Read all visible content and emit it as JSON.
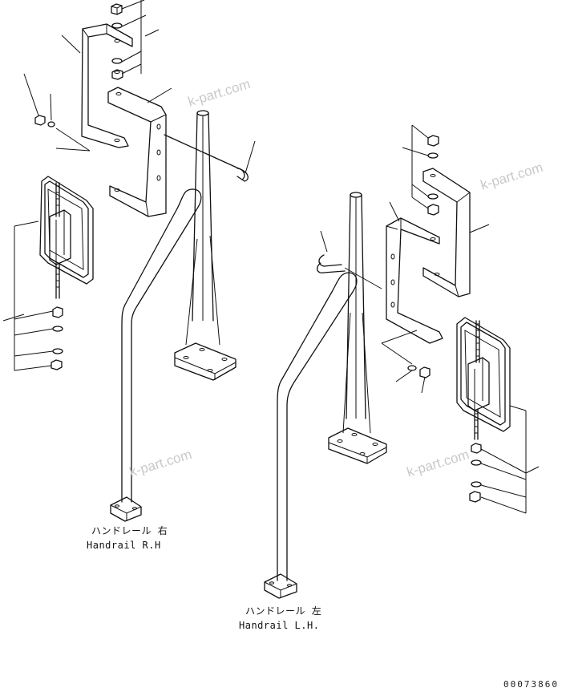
{
  "labels": {
    "right_jp": "ハンドレール 右",
    "right_en": "Handrail R.H",
    "left_jp": "ハンドレール 左",
    "left_en": "Handrail L.H."
  },
  "watermarks": [
    "k-part.com",
    "k-part.com",
    "k-part.com",
    "k-part.com"
  ],
  "drawing_number": "00073860"
}
